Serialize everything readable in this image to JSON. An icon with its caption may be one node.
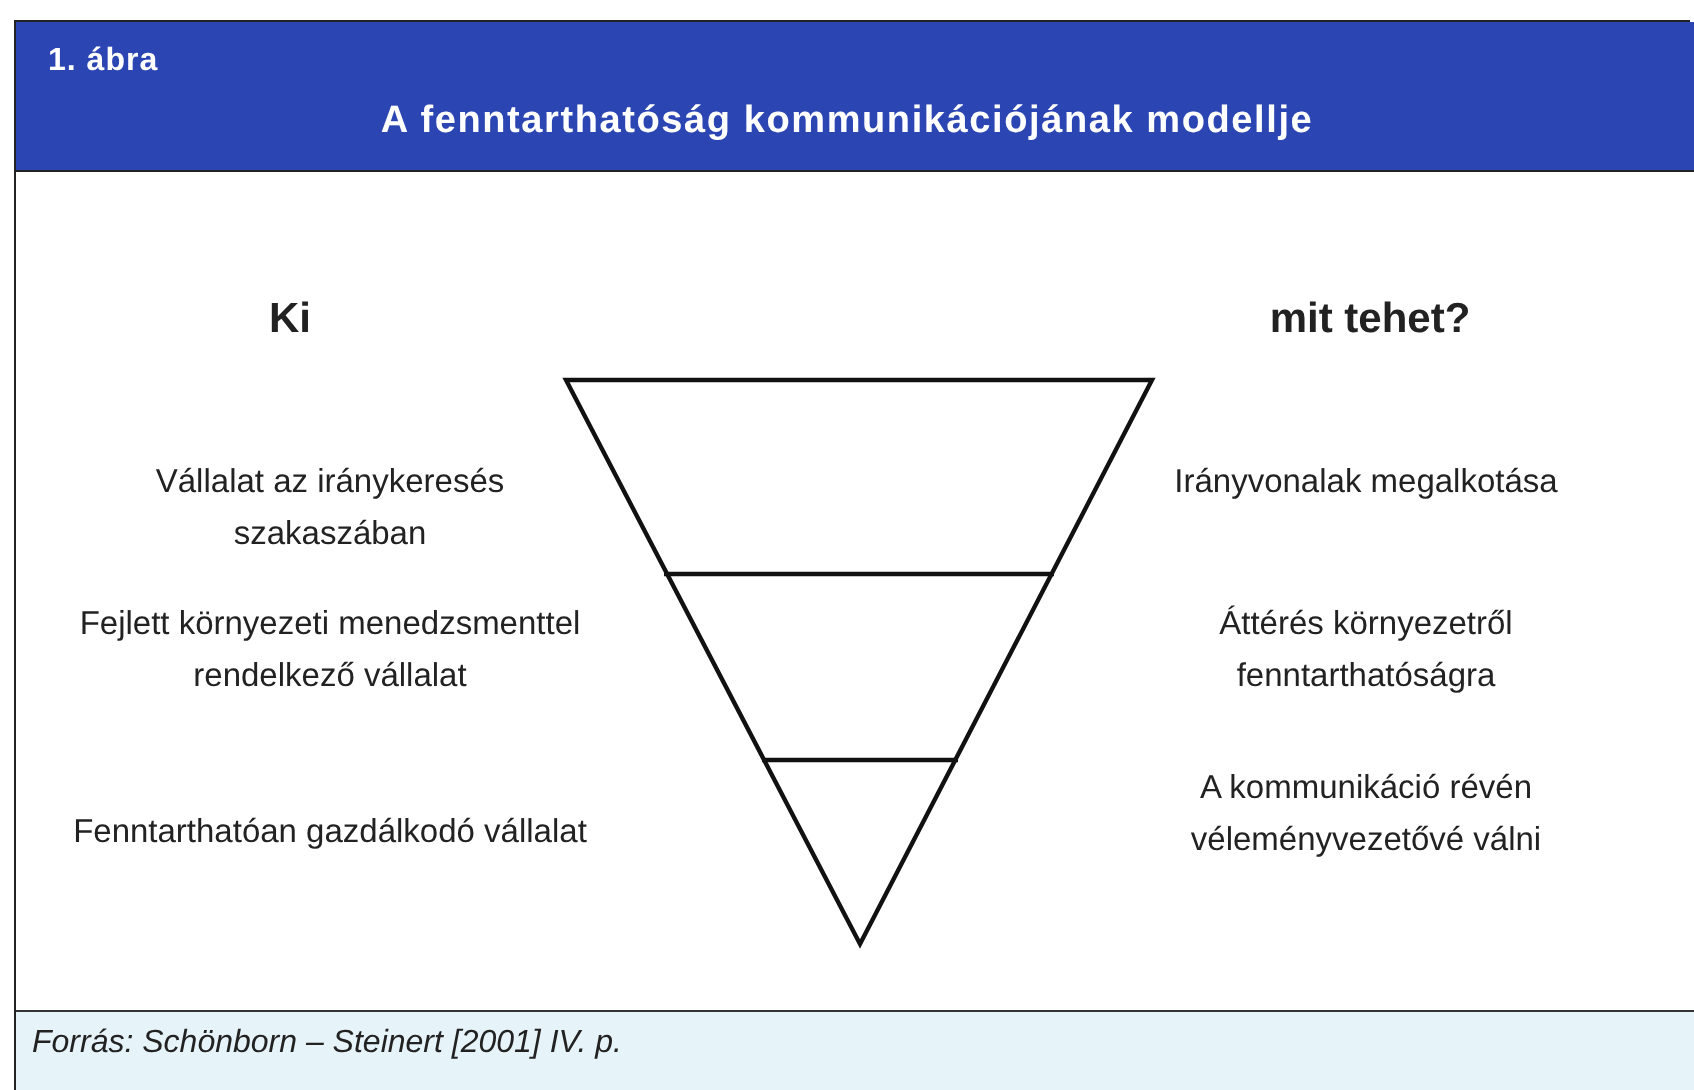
{
  "diagram": {
    "title": "A fenntarthatóság kommunikációjának modellje",
    "caption": "Forrás: Schönborn – Steinert [2001] IV. p.",
    "labels": [
      "1. ábra",
      "Ki",
      "mit tehet?",
      "Vállalat az iránykeresés szakaszában",
      "Irányvonalak megalkotása",
      "Fejlett környezeti menedzsmenttel rendelkező vállalat",
      "Áttérés környezetről fenntarthatóságra",
      "Fenntarthatóan gazdálkodó vállalat",
      "A kommunikáció révén véleményvezetővé válni"
    ]
  }
}
